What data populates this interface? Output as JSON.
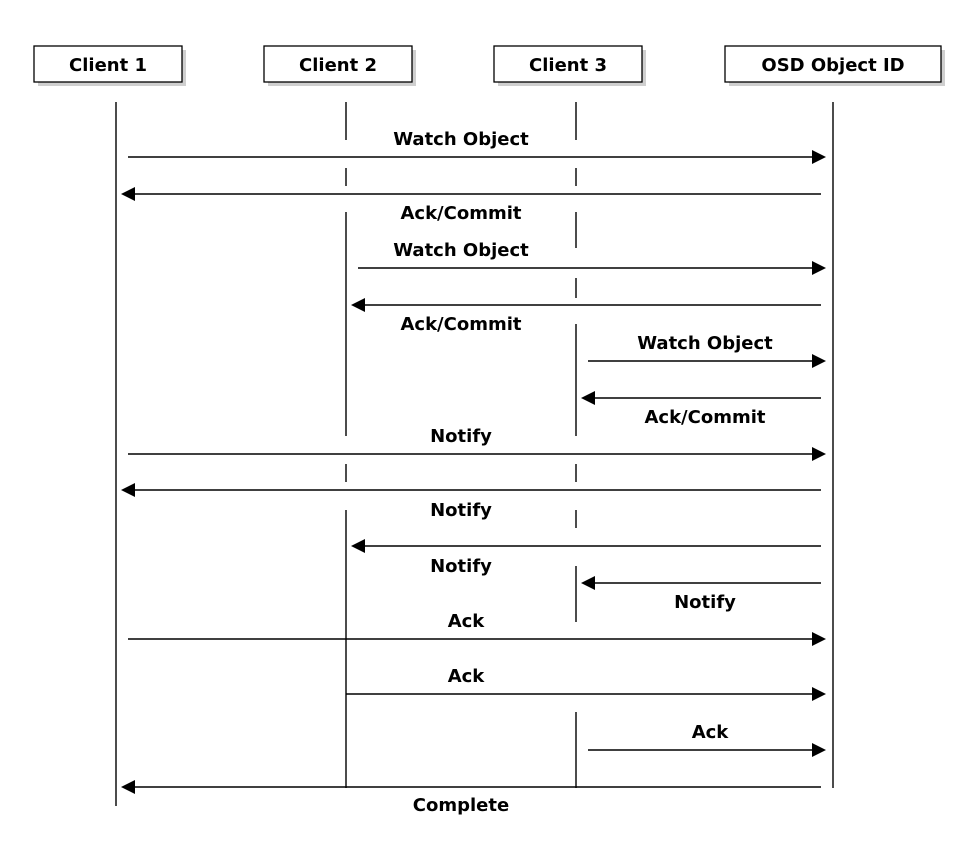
{
  "participants": [
    {
      "id": "c1",
      "label": "Client 1"
    },
    {
      "id": "c2",
      "label": "Client 2"
    },
    {
      "id": "c3",
      "label": "Client 3"
    },
    {
      "id": "osd",
      "label": "OSD Object ID"
    }
  ],
  "messages": [
    {
      "from": "c1",
      "to": "osd",
      "label": "Watch Object"
    },
    {
      "from": "osd",
      "to": "c1",
      "label": "Ack/Commit"
    },
    {
      "from": "c2",
      "to": "osd",
      "label": "Watch Object"
    },
    {
      "from": "osd",
      "to": "c2",
      "label": "Ack/Commit"
    },
    {
      "from": "c3",
      "to": "osd",
      "label": "Watch Object"
    },
    {
      "from": "osd",
      "to": "c3",
      "label": "Ack/Commit"
    },
    {
      "from": "c1",
      "to": "osd",
      "label": "Notify"
    },
    {
      "from": "osd",
      "to": "c1",
      "label": "Notify"
    },
    {
      "from": "osd",
      "to": "c2",
      "label": "Notify"
    },
    {
      "from": "osd",
      "to": "c3",
      "label": "Notify"
    },
    {
      "from": "c1",
      "to": "osd",
      "label": "Ack"
    },
    {
      "from": "c2",
      "to": "osd",
      "label": "Ack"
    },
    {
      "from": "c3",
      "to": "osd",
      "label": "Ack"
    },
    {
      "from": "osd",
      "to": "c1",
      "label": "Complete"
    }
  ]
}
